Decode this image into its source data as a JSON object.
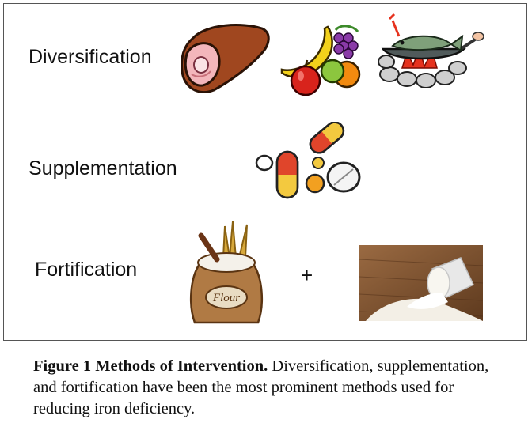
{
  "rows": [
    {
      "label": "Diversification"
    },
    {
      "label": "Supplementation"
    },
    {
      "label": "Fortification"
    }
  ],
  "plus_sign": "+",
  "flour_sack_text": "Flour",
  "caption": {
    "figure_label": "Figure 1 Methods of Intervention.",
    "text": "Diversification, supplementation, and fortification have been the most prominent methods used for reducing iron deficiency."
  },
  "colors": {
    "border": "#555555",
    "meat": "#8b3b1e",
    "banana": "#f2d11b",
    "apple": "#d8231c",
    "grape": "#8a3aa8",
    "orange": "#f28a0f",
    "pill_red": "#e0452b",
    "pill_yellow": "#f3c93f",
    "sack": "#b07a44",
    "wheat": "#d7a83b"
  }
}
